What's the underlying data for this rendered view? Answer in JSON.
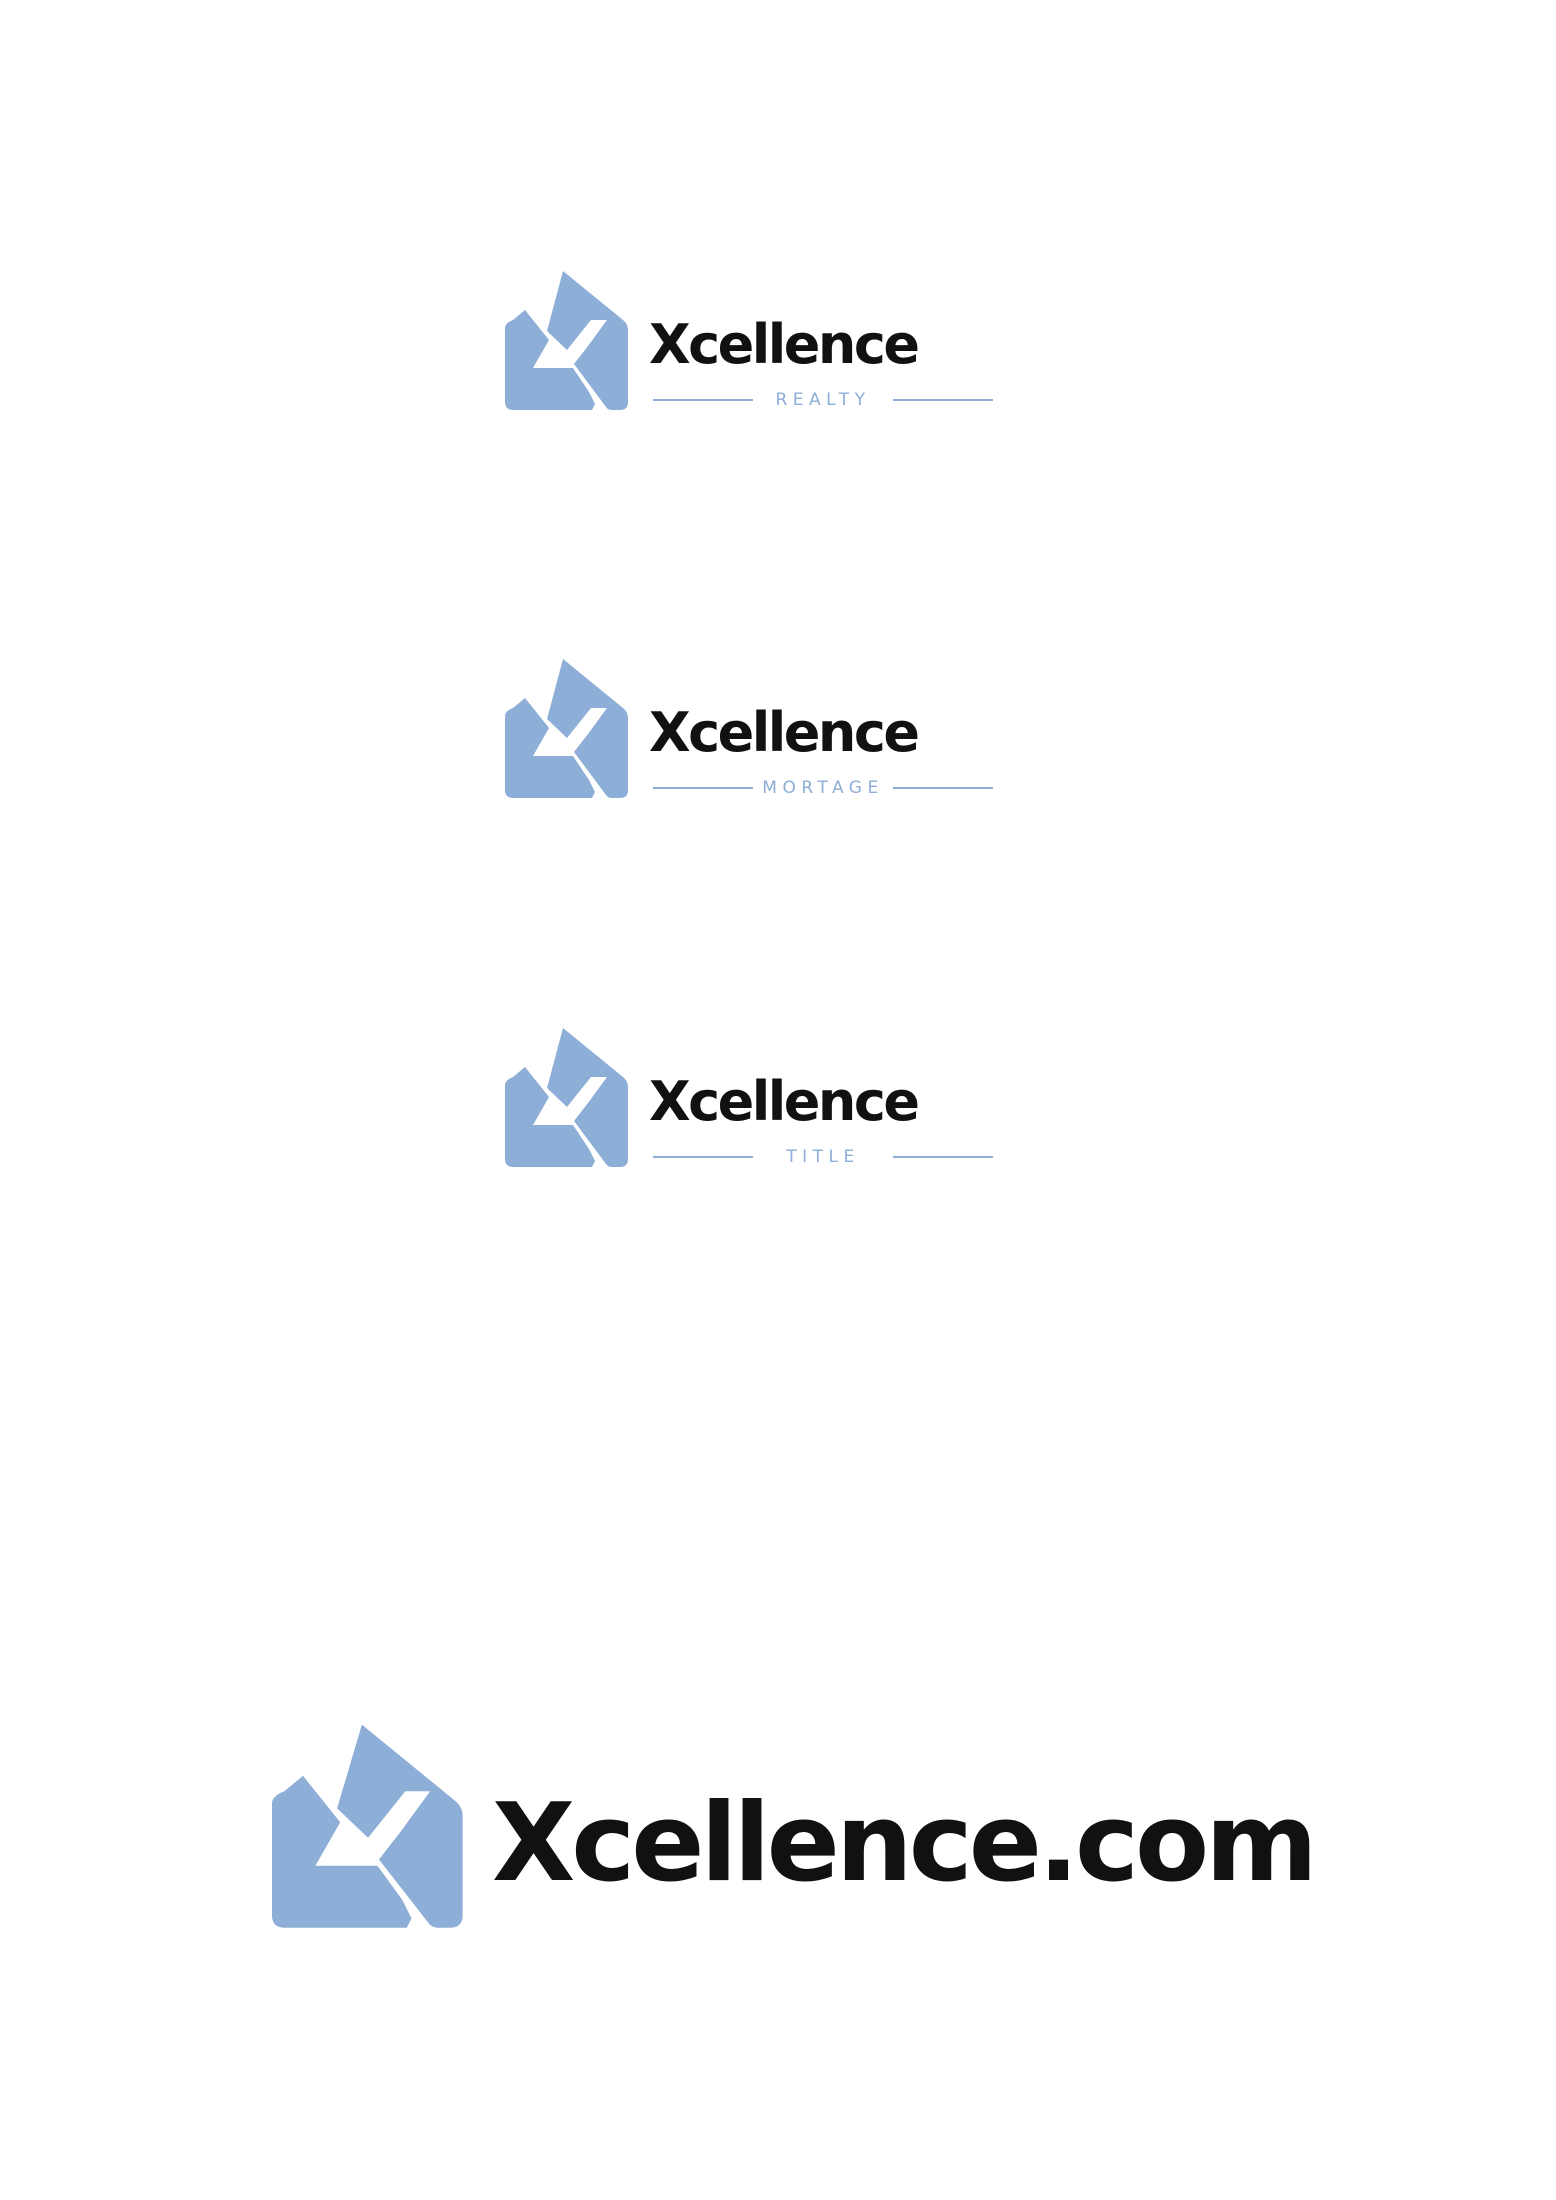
{
  "brand": {
    "accent_color": "#8daed6",
    "text_color": "#111111",
    "icon": "house-x-icon"
  },
  "logos": [
    {
      "wordmark": "Xcellence",
      "tagline": "REALTY"
    },
    {
      "wordmark": "Xcellence",
      "tagline": "MORTAGE"
    },
    {
      "wordmark": "Xcellence",
      "tagline": "TITLE"
    }
  ],
  "main_logo": {
    "wordmark": "Xcellence.com"
  }
}
